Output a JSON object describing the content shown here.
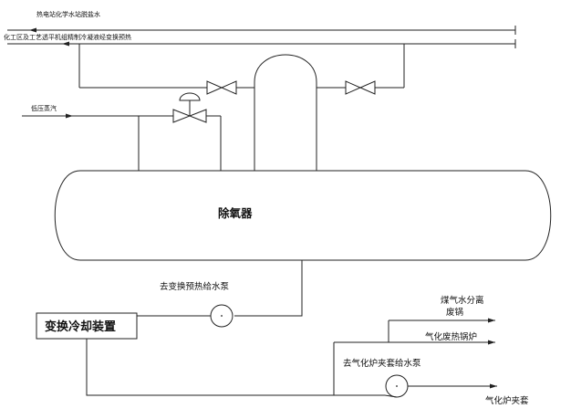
{
  "diagram": {
    "lines": {
      "demineralized_water": "热电站化学水站脱盐水",
      "condensate": "化工区及工艺透平机组精制冷凝液经变换预热",
      "low_pressure_steam": "低压蒸汽"
    },
    "deaerator": "除氧器",
    "pump_to_shift": "去变换预热给水泵",
    "cooling_unit": "变换冷却装置",
    "pump_to_gasifier": "去气化炉夹套给水泵",
    "outlets": {
      "separator_line1": "煤气水分离",
      "separator_line2": "废锅",
      "waste_heat_boiler": "气化废热锅炉",
      "gasifier_jacket": "气化炉夹套"
    }
  }
}
